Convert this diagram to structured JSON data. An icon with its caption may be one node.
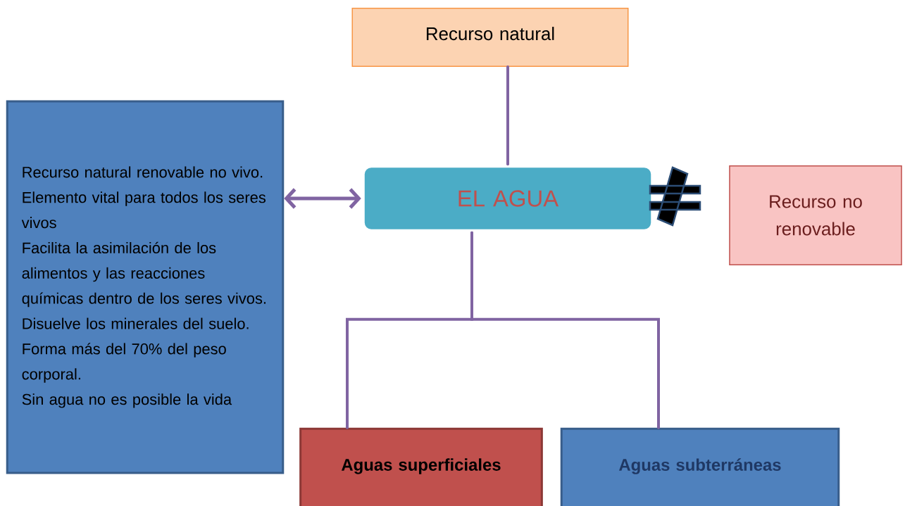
{
  "diagram": {
    "nodes": [
      {
        "text": [
          "Recurso natural"
        ]
      },
      {
        "text": [
          "Recurso natural renovable no vivo.",
          "Elemento vital para todos los seres vivos",
          "Facilita la asimilación de los alimentos y las reacciones químicas dentro de los seres vivos.",
          "Disuelve los minerales del suelo.",
          "Forma más del 70% del peso corporal.",
          "Sin agua no es posible la vida"
        ]
      },
      {
        "text": [
          "EL AGUA"
        ]
      },
      {
        "text": [
          "Recurso no renovable"
        ]
      },
      {
        "text": [
          "Aguas superficiales"
        ]
      },
      {
        "text": [
          "Aguas subterráneas"
        ]
      }
    ],
    "edges": [
      {
        "from": 0,
        "to": 2,
        "arrow": "none"
      },
      {
        "from": 1,
        "to": 2,
        "arrow": "both"
      },
      {
        "from": 2,
        "to": 4,
        "arrow": "none"
      },
      {
        "from": 2,
        "to": 5,
        "arrow": "none"
      }
    ]
  }
}
